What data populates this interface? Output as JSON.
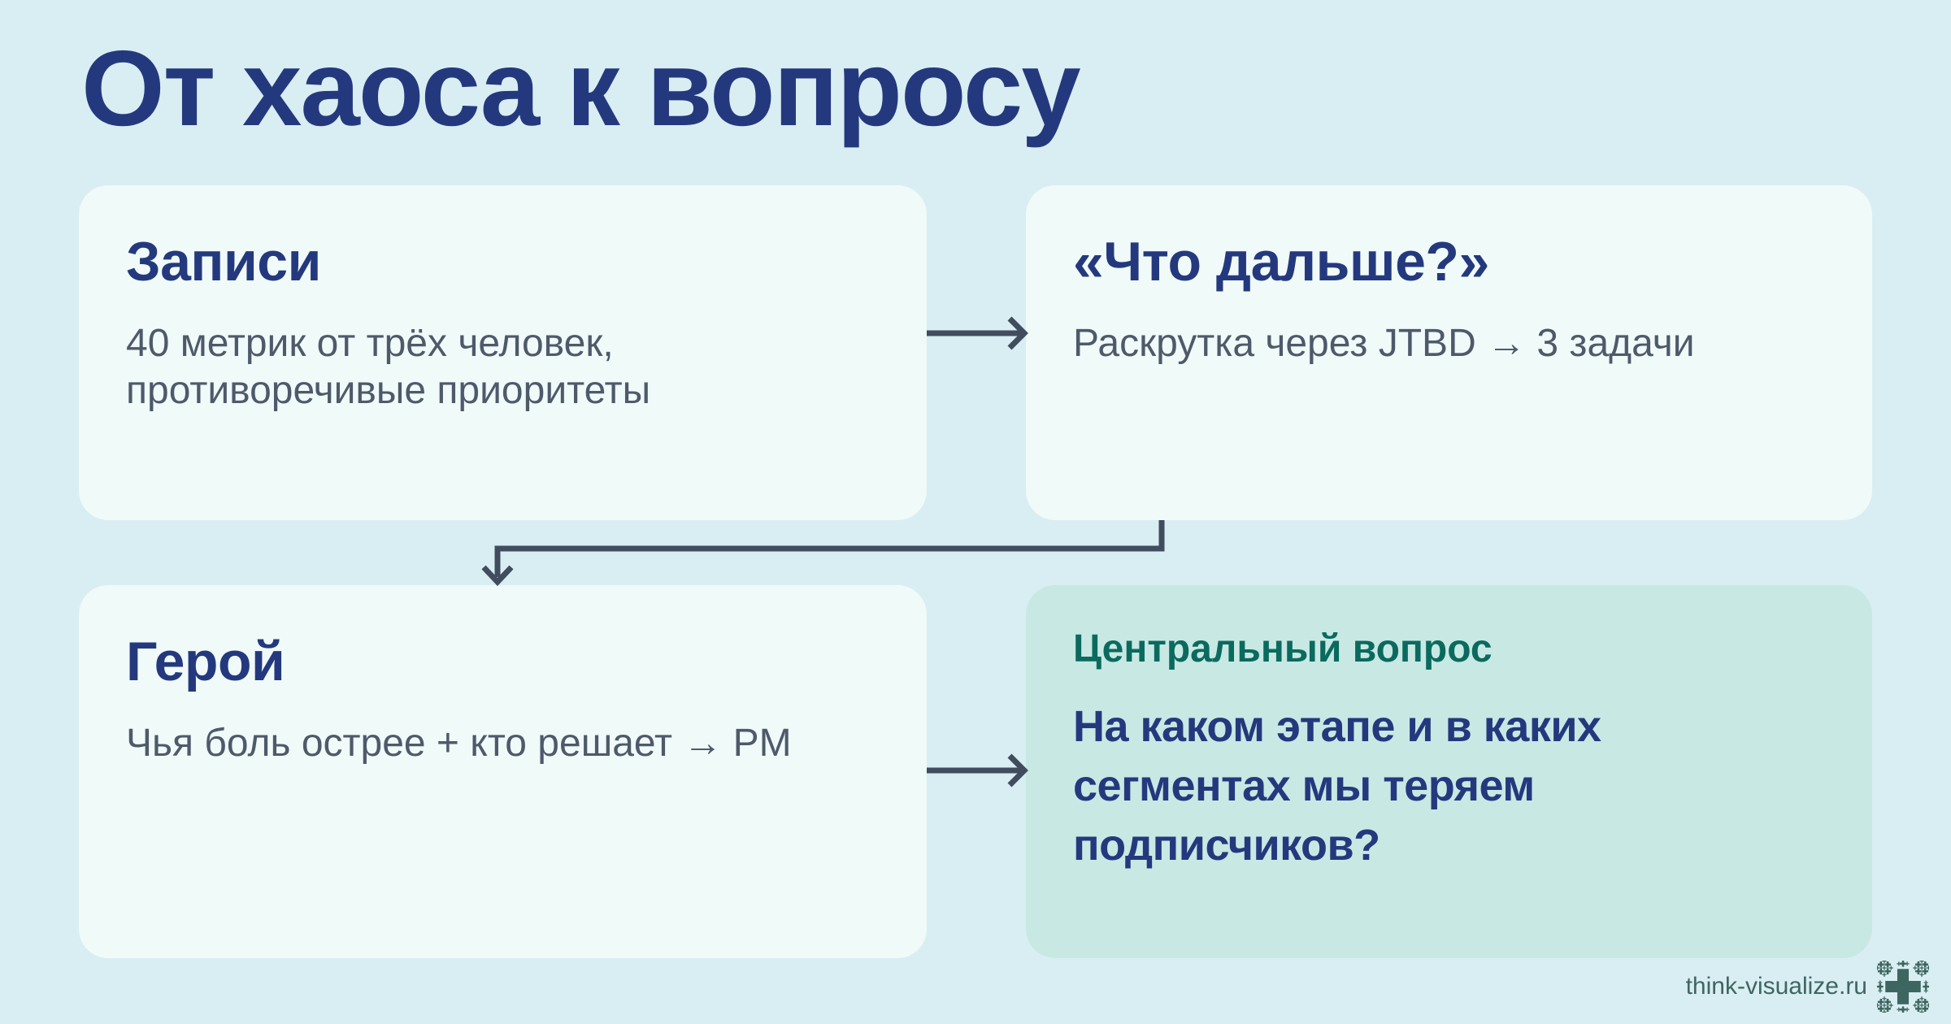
{
  "slide": {
    "title": "От хаоса к вопросу"
  },
  "cards": {
    "notes": {
      "heading": "Записи",
      "body": "40 метрик от трёх человек, противоречивые приоритеты"
    },
    "whats_next": {
      "heading": "«Что дальше?»",
      "body": "Раскрутка через JTBD → 3 задачи"
    },
    "hero": {
      "heading": "Герой",
      "body": "Чья боль острее + кто решает → PM"
    },
    "central_question": {
      "label": "Центральный вопрос",
      "question": "На каком этапе и в каких сегментах мы теряем подписчиков?"
    }
  },
  "footer": {
    "site": "think-visualize.ru"
  },
  "icons": {
    "logo": "fractal-plus-logo"
  },
  "colors": {
    "background": "#d9eef2",
    "card_fill": "#f0faf9",
    "card_accent_fill": "#c8e8e4",
    "navy_text": "#24397d",
    "slate_text": "#4e5a6b",
    "teal_text": "#0b6a5e",
    "arrow": "#414c5e",
    "footer_text": "#3e6660"
  }
}
